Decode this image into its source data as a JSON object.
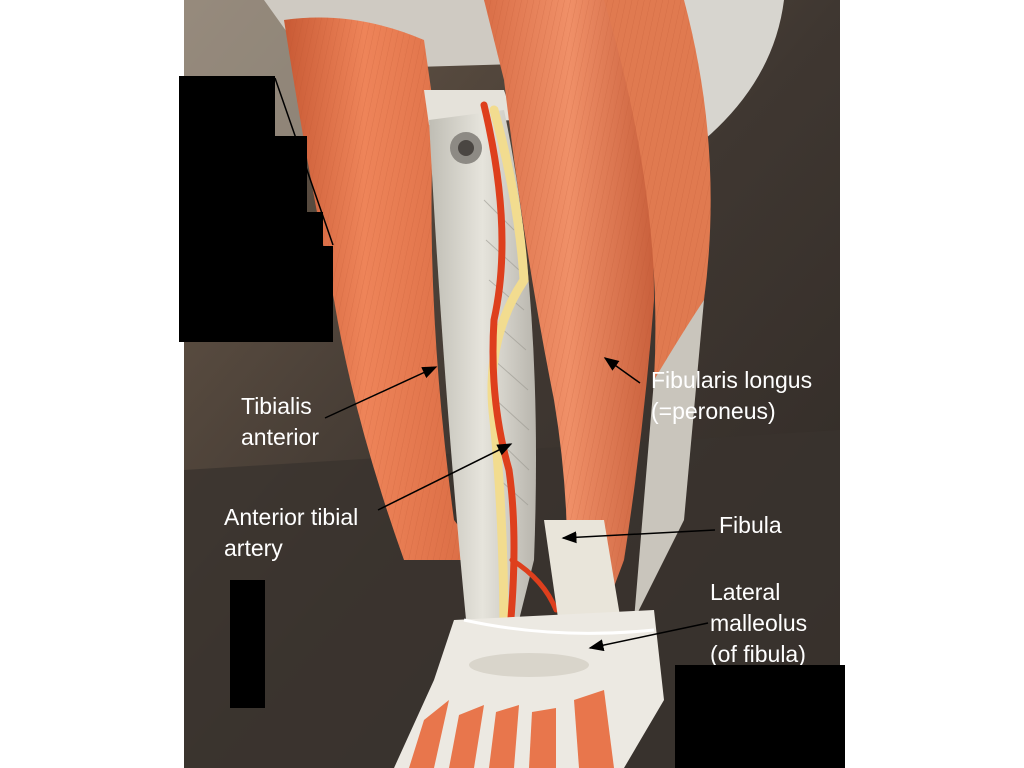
{
  "figure": {
    "subject": "leg-model-lateral-view",
    "colors": {
      "muscle": "#e8764c",
      "background": "#4a4038",
      "bone": "#d9d6cc",
      "artery": "#e0401e",
      "nerve": "#f0d98c",
      "label_text": "#ffffff"
    }
  },
  "labels": {
    "tibialis_anterior": {
      "line1": "Tibialis",
      "line2": "anterior"
    },
    "anterior_tibial_artery": {
      "line1": "Anterior tibial",
      "line2": "artery"
    },
    "fibularis_longus": {
      "line1": "Fibularis longus",
      "line2": "(=peroneus)"
    },
    "fibula": {
      "line1": "Fibula"
    },
    "lateral_malleolus": {
      "line1": "Lateral",
      "line2": "malleolus",
      "line3": "(of fibula)"
    }
  }
}
